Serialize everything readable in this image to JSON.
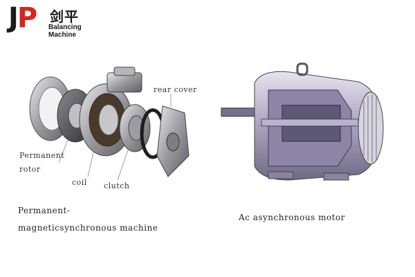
{
  "logo": {
    "letter_j": "J",
    "letter_p": "P",
    "chinese": "剑平",
    "english": "Balancing Machine"
  },
  "labels": {
    "rear_cover": "rear cover",
    "permanent": "Permanent",
    "rotor": "rotor",
    "coil": "coil",
    "clutch": "clutch"
  },
  "captions": {
    "left_line1": "Permanent-",
    "left_line2": "magneticsynchronous machine",
    "right": "Ac asynchronous motor"
  },
  "colors": {
    "brand_red": "#d7261e",
    "brand_black": "#1a1a1a",
    "metal": "#8e8e94",
    "cutaway": "#8d85a8"
  }
}
